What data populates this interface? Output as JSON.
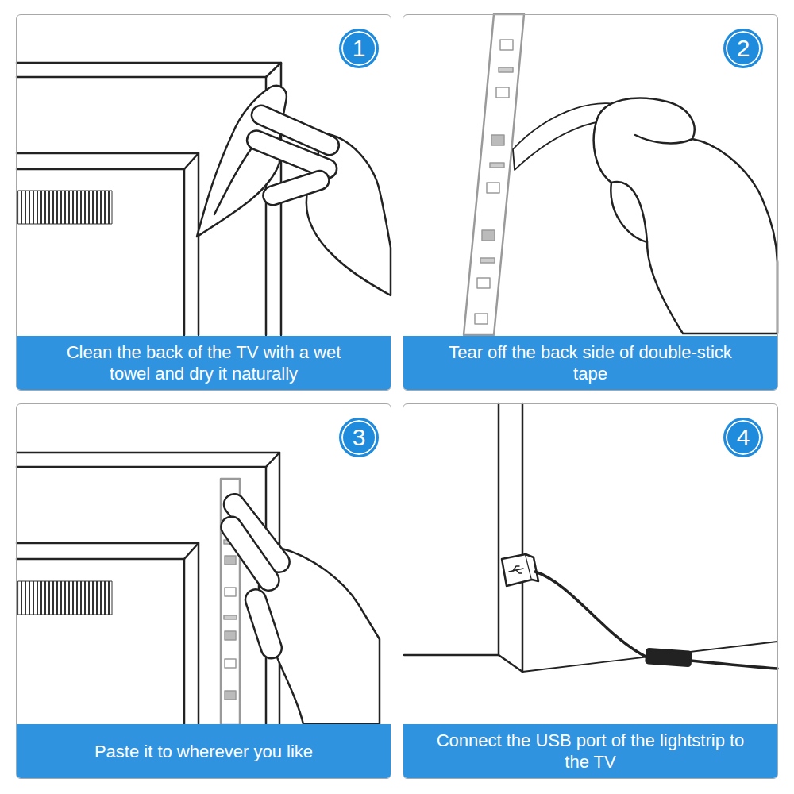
{
  "diagram": {
    "nodes": [
      {
        "text": [
          "Clean the back of the TV with a wet towel and dry it naturally"
        ]
      },
      {
        "text": [
          "1"
        ],
        "in": 0
      },
      {
        "text": [
          "Tear off the back side of double-stick tape"
        ]
      },
      {
        "text": [
          "2"
        ],
        "in": 2
      },
      {
        "text": [
          "Paste it to wherever you like"
        ]
      },
      {
        "text": [
          "3"
        ],
        "in": 4
      },
      {
        "text": [
          "Connect the USB port of the lightstrip to the TV"
        ]
      },
      {
        "text": [
          "4"
        ],
        "in": 6
      }
    ]
  }
}
